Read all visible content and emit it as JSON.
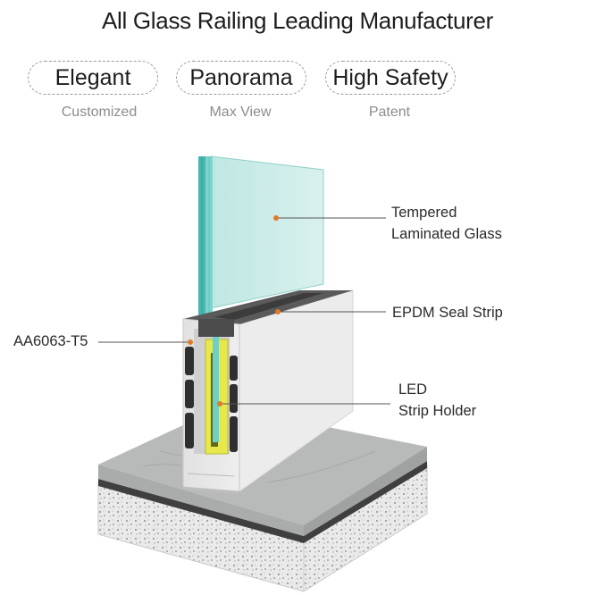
{
  "header": {
    "title": "All Glass Railing Leading Manufacturer"
  },
  "features": [
    {
      "label": "Elegant",
      "sub": "Customized"
    },
    {
      "label": "Panorama",
      "sub": "Max View"
    },
    {
      "label": "High Safety",
      "sub": "Patent"
    }
  ],
  "callouts": {
    "glass_line1": "Tempered",
    "glass_line2": "Laminated Glass",
    "seal": "EPDM Seal Strip",
    "alloy": "AA6063-T5",
    "led_line1": "LED",
    "led_line2": "Strip Holder"
  },
  "colors": {
    "glass": "#a9ddd8",
    "glass_edge": "#3fb6ac",
    "aluminum": "#e6e6e6",
    "led": "#e8e84a",
    "concrete": "#b9bcbb",
    "marker": "#e0782a"
  }
}
